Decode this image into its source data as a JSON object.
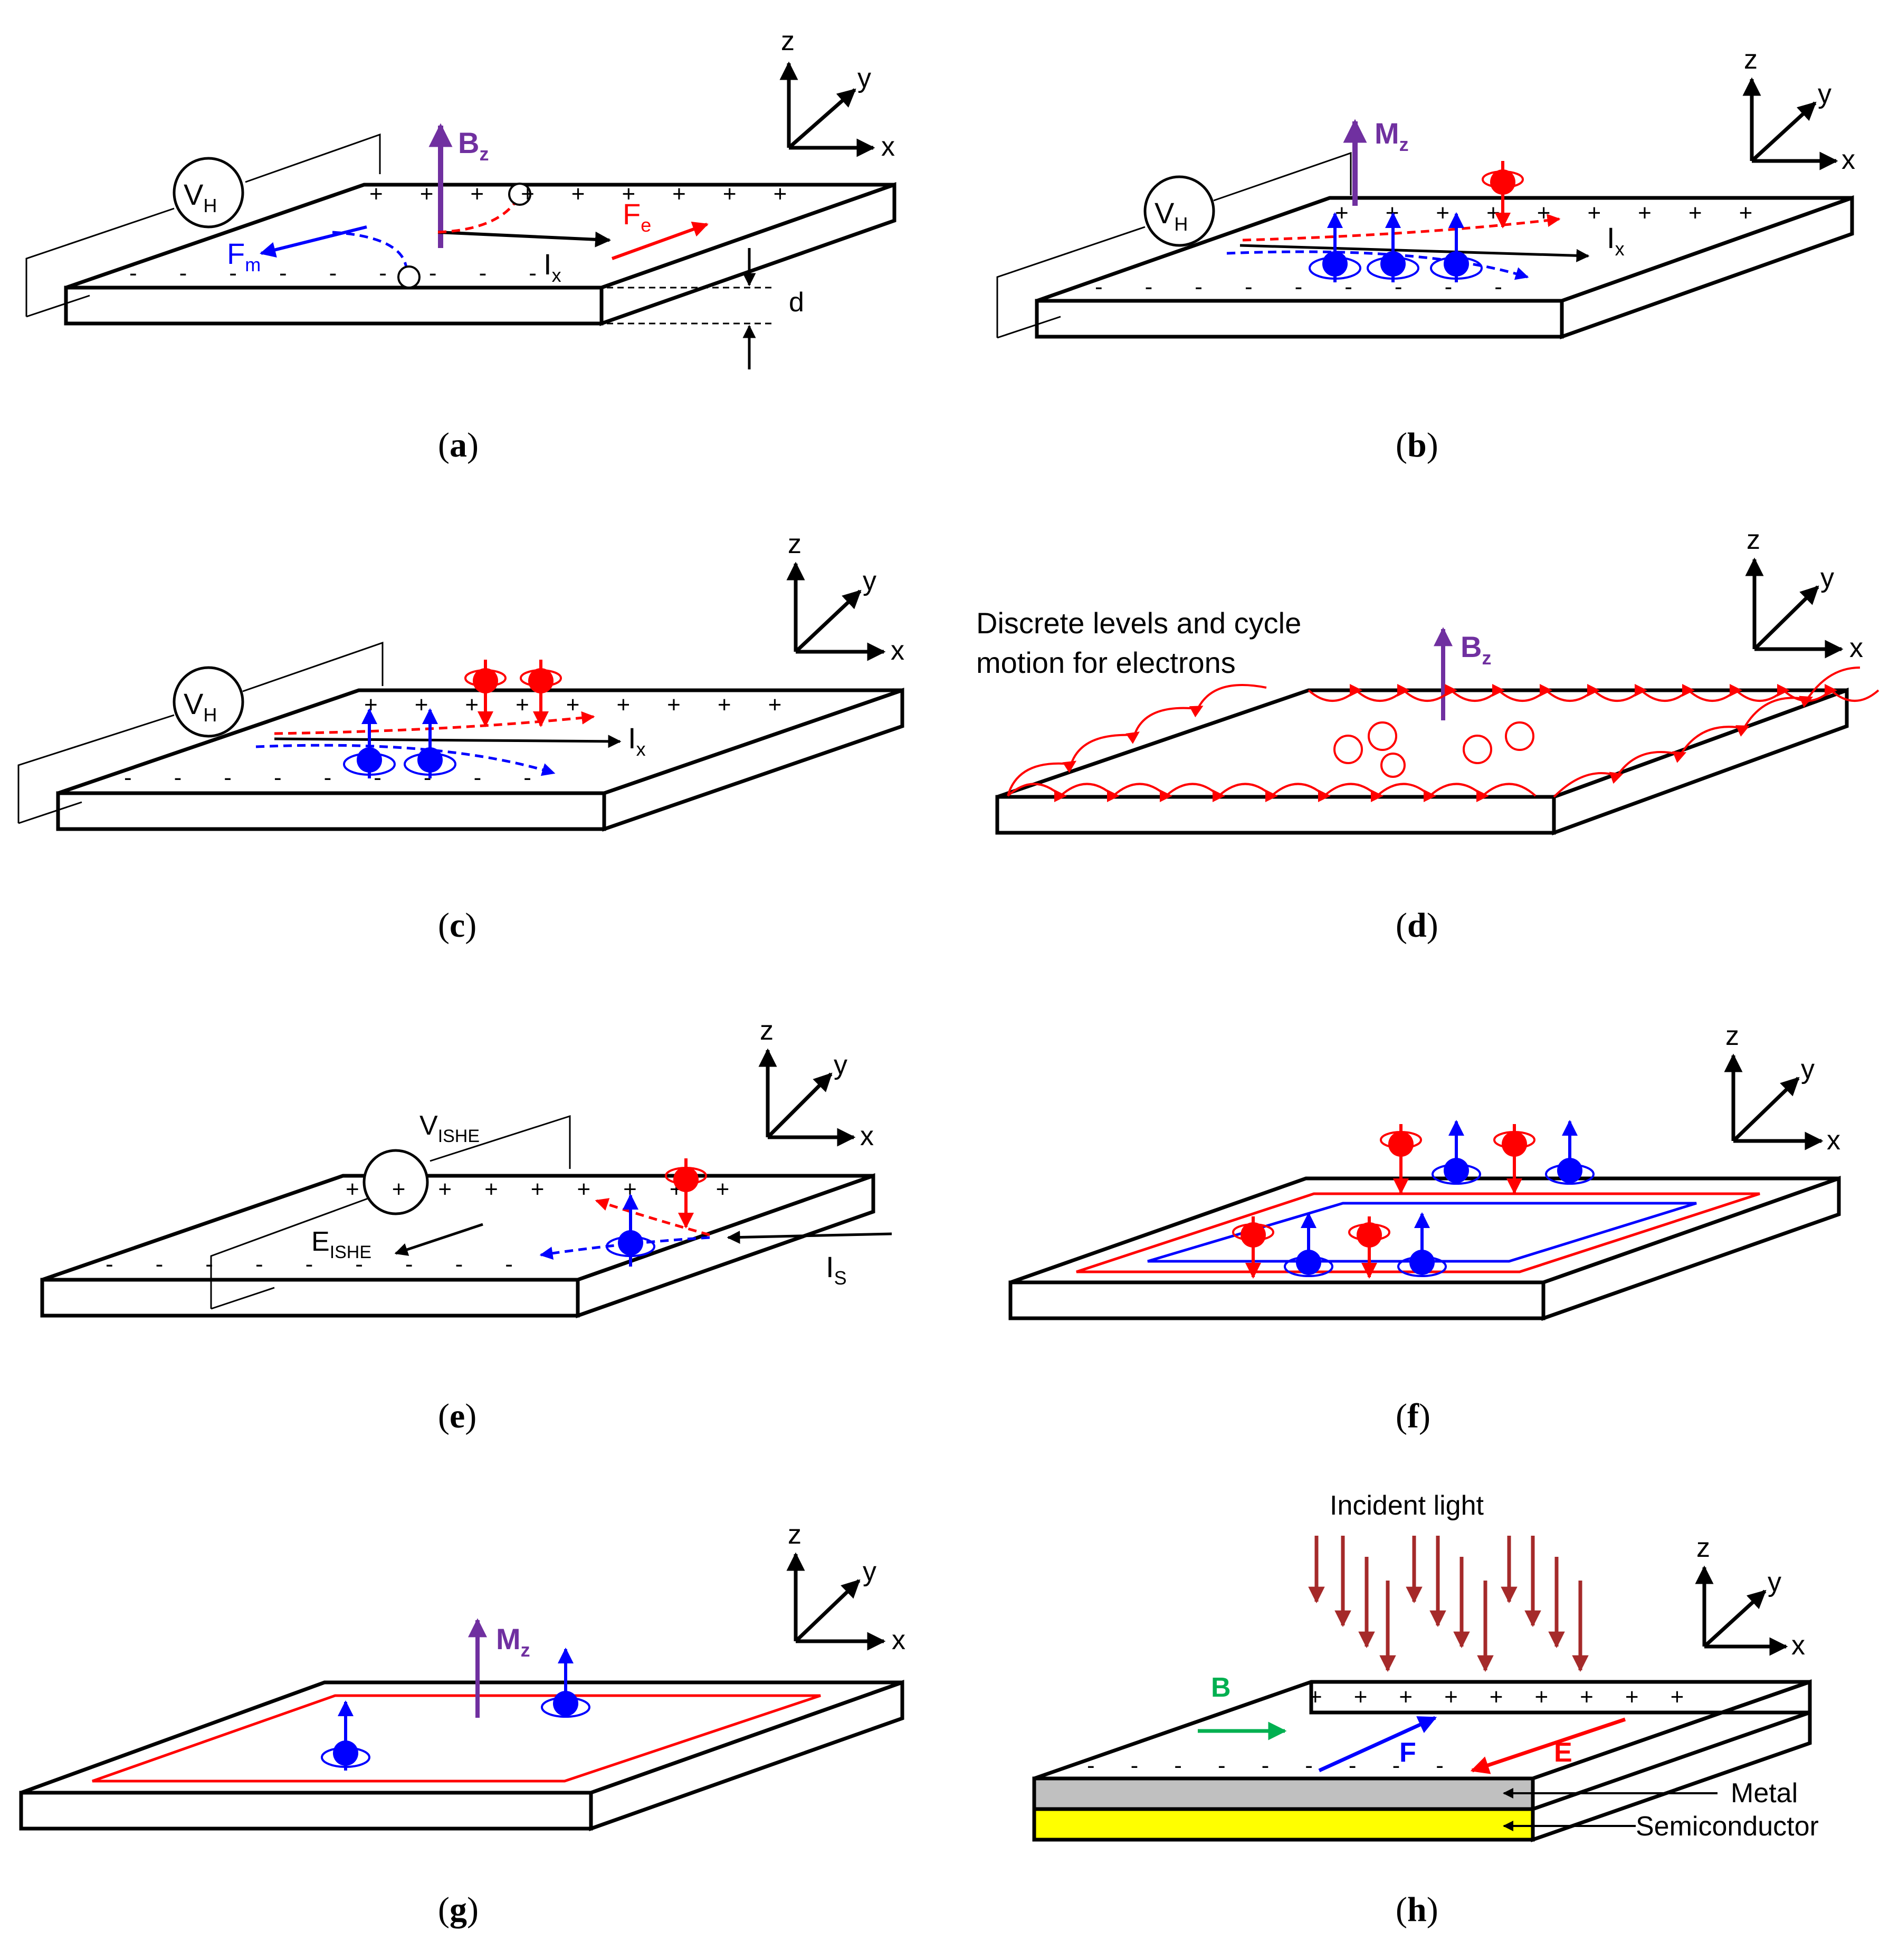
{
  "axes_labels": {
    "z": "z",
    "y": "y",
    "x": "x"
  },
  "panels": [
    {
      "id": "a",
      "caption_letter": "a",
      "labels": {
        "voltmeter": "V",
        "voltmeter_sub": "H",
        "field": "B",
        "field_sub": "z",
        "force_m": "F",
        "force_m_sub": "m",
        "force_e": "F",
        "force_e_sub": "e",
        "current": "I",
        "current_sub": "x",
        "thickness": "d",
        "charge_plus": "+",
        "charge_minus": "-"
      }
    },
    {
      "id": "b",
      "caption_letter": "b",
      "labels": {
        "voltmeter": "V",
        "voltmeter_sub": "H",
        "field": "M",
        "field_sub": "z",
        "current": "I",
        "current_sub": "x",
        "charge_plus": "+",
        "charge_minus": "-"
      }
    },
    {
      "id": "c",
      "caption_letter": "c",
      "labels": {
        "voltmeter": "V",
        "voltmeter_sub": "H",
        "current": "I",
        "current_sub": "x",
        "charge_plus": "+",
        "charge_minus": "-"
      }
    },
    {
      "id": "d",
      "caption_letter": "d",
      "labels": {
        "note_line1": "Discrete levels and cycle",
        "note_line2": "motion for electrons",
        "field": "B",
        "field_sub": "z"
      }
    },
    {
      "id": "e",
      "caption_letter": "e",
      "labels": {
        "voltmeter": "V",
        "voltmeter_sub": "ISHE",
        "efield": "E",
        "efield_sub": "ISHE",
        "spin_current": "I",
        "spin_current_sub": "S",
        "charge_plus": "+",
        "charge_minus": "-"
      }
    },
    {
      "id": "f",
      "caption_letter": "f",
      "labels": {}
    },
    {
      "id": "g",
      "caption_letter": "g",
      "labels": {
        "field": "M",
        "field_sub": "z"
      }
    },
    {
      "id": "h",
      "caption_letter": "h",
      "labels": {
        "light": "Incident light",
        "bfield": "B",
        "force": "F",
        "efield": "E",
        "metal": "Metal",
        "semiconductor": "Semiconductor",
        "charge_plus": "+",
        "charge_minus": "-"
      }
    }
  ],
  "colors": {
    "ink": "#000000",
    "spin_up": "#0000ff",
    "spin_down": "#ff0000",
    "field_arrow": "#7030a0",
    "light": "#a52a2a",
    "b_field_h": "#00b050",
    "metal": "#c0c0c0",
    "semiconductor": "#ffff00"
  }
}
